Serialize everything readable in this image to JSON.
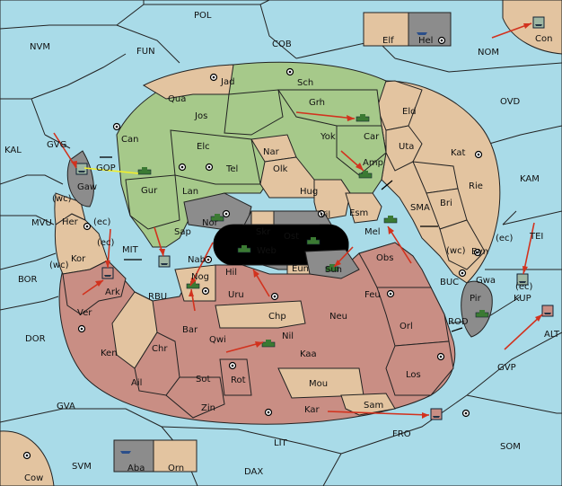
{
  "colors": {
    "sea": "#a9dbe8",
    "power_green": "#a6c98a",
    "neutral_tan": "#e3c4a0",
    "power_red": "#c98e84",
    "impassable": "#8c8c8c",
    "order_arrow": "#d2321e",
    "support_line": "#f2ef2a"
  },
  "labels": {
    "pol": "POL",
    "cob": "COB",
    "fun": "FUN",
    "nvm": "NVM",
    "nom": "NOM",
    "ovd": "OVD",
    "kal": "KAL",
    "gvg": "GVG",
    "gop": "GOP",
    "kam": "KAM",
    "tei": "TEI",
    "sma": "SMA",
    "mvu": "MVU",
    "mit": "MIT",
    "bor": "BOR",
    "rbu": "RBU",
    "buc": "BUC",
    "rod": "ROD",
    "dor": "DOR",
    "gvp": "GVP",
    "gva": "GVA",
    "fro": "FRO",
    "lit": "LIT",
    "som": "SOM",
    "svm": "SVM",
    "dax": "DAX",
    "kup": "KUP",
    "alt": "ALT",
    "elf": "Elf",
    "hel": "Hel",
    "con": "Con",
    "aba": "Aba",
    "orn": "Orn",
    "cow": "Cow",
    "jad": "Jad",
    "sch": "Sch",
    "qua": "Qua",
    "jos": "Jos",
    "grh": "Grh",
    "eld": "Eld",
    "can": "Can",
    "yok": "Yok",
    "car": "Car",
    "uta": "Uta",
    "kat": "Kat",
    "elc": "Elc",
    "nar": "Nar",
    "tel": "Tel",
    "olk": "Olk",
    "amp": "Amp",
    "gaw": "Gaw",
    "gur": "Gur",
    "lan": "Lan",
    "hug": "Hug",
    "rie": "Rie",
    "bri": "Bri",
    "esm": "Esm",
    "vil": "Vil",
    "nor": "Nor",
    "skr": "Skr",
    "ost": "Ost",
    "web": "Web",
    "her": "Her",
    "sap": "Sap",
    "mel": "Mel",
    "byn": "Byn",
    "kor": "Kor",
    "nab": "Nab",
    "eun": "Eun",
    "sun": "Sun",
    "obs": "Obs",
    "gwa": "Gwa",
    "ark": "Ark",
    "nog": "Nog",
    "hil": "Hil",
    "uru": "Uru",
    "feu": "Feu",
    "pir": "Pir",
    "ver": "Ver",
    "bar": "Bar",
    "chp": "Chp",
    "neu": "Neu",
    "orl": "Orl",
    "qwi": "Qwi",
    "nil": "Nil",
    "ken": "Ken",
    "chr": "Chr",
    "kaa": "Kaa",
    "ail": "Ail",
    "sot": "Sot",
    "rot": "Rot",
    "mou": "Mou",
    "los": "Los",
    "zin": "Zin",
    "kar": "Kar",
    "sam": "Sam"
  },
  "coast_tags": {
    "wc1": "(wc)",
    "ec1": "(ec)",
    "ec2": "(ec)",
    "wc2": "(wc)",
    "wc3": "(wc)",
    "ec3": "(ec)",
    "ec4": "(ec)"
  }
}
